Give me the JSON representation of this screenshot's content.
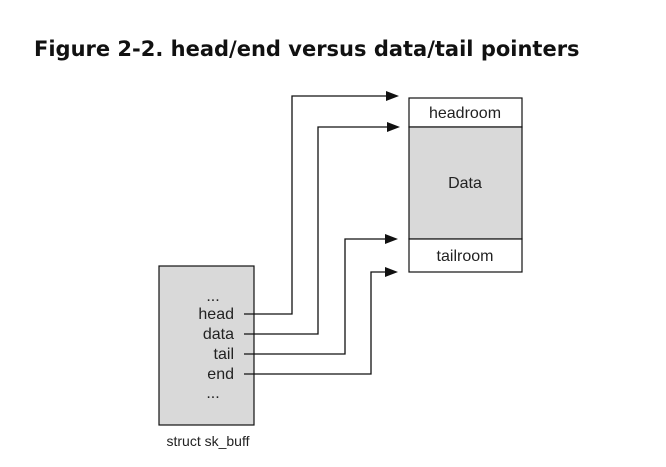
{
  "title": "Figure 2-2. head/end versus data/tail pointers",
  "buffer": {
    "regions": [
      {
        "label": "headroom",
        "fill": "#ffffff"
      },
      {
        "label": "Data",
        "fill": "#d9d9d9"
      },
      {
        "label": "tailroom",
        "fill": "#ffffff"
      }
    ]
  },
  "struct": {
    "caption": "struct sk_buff",
    "fill": "#d9d9d9",
    "ellipsis_top": "...",
    "ellipsis_bottom": "...",
    "fields": [
      {
        "label": "head",
        "target": "head"
      },
      {
        "label": "data",
        "target": "data"
      },
      {
        "label": "tail",
        "target": "tail"
      },
      {
        "label": "end",
        "target": "end"
      }
    ]
  }
}
